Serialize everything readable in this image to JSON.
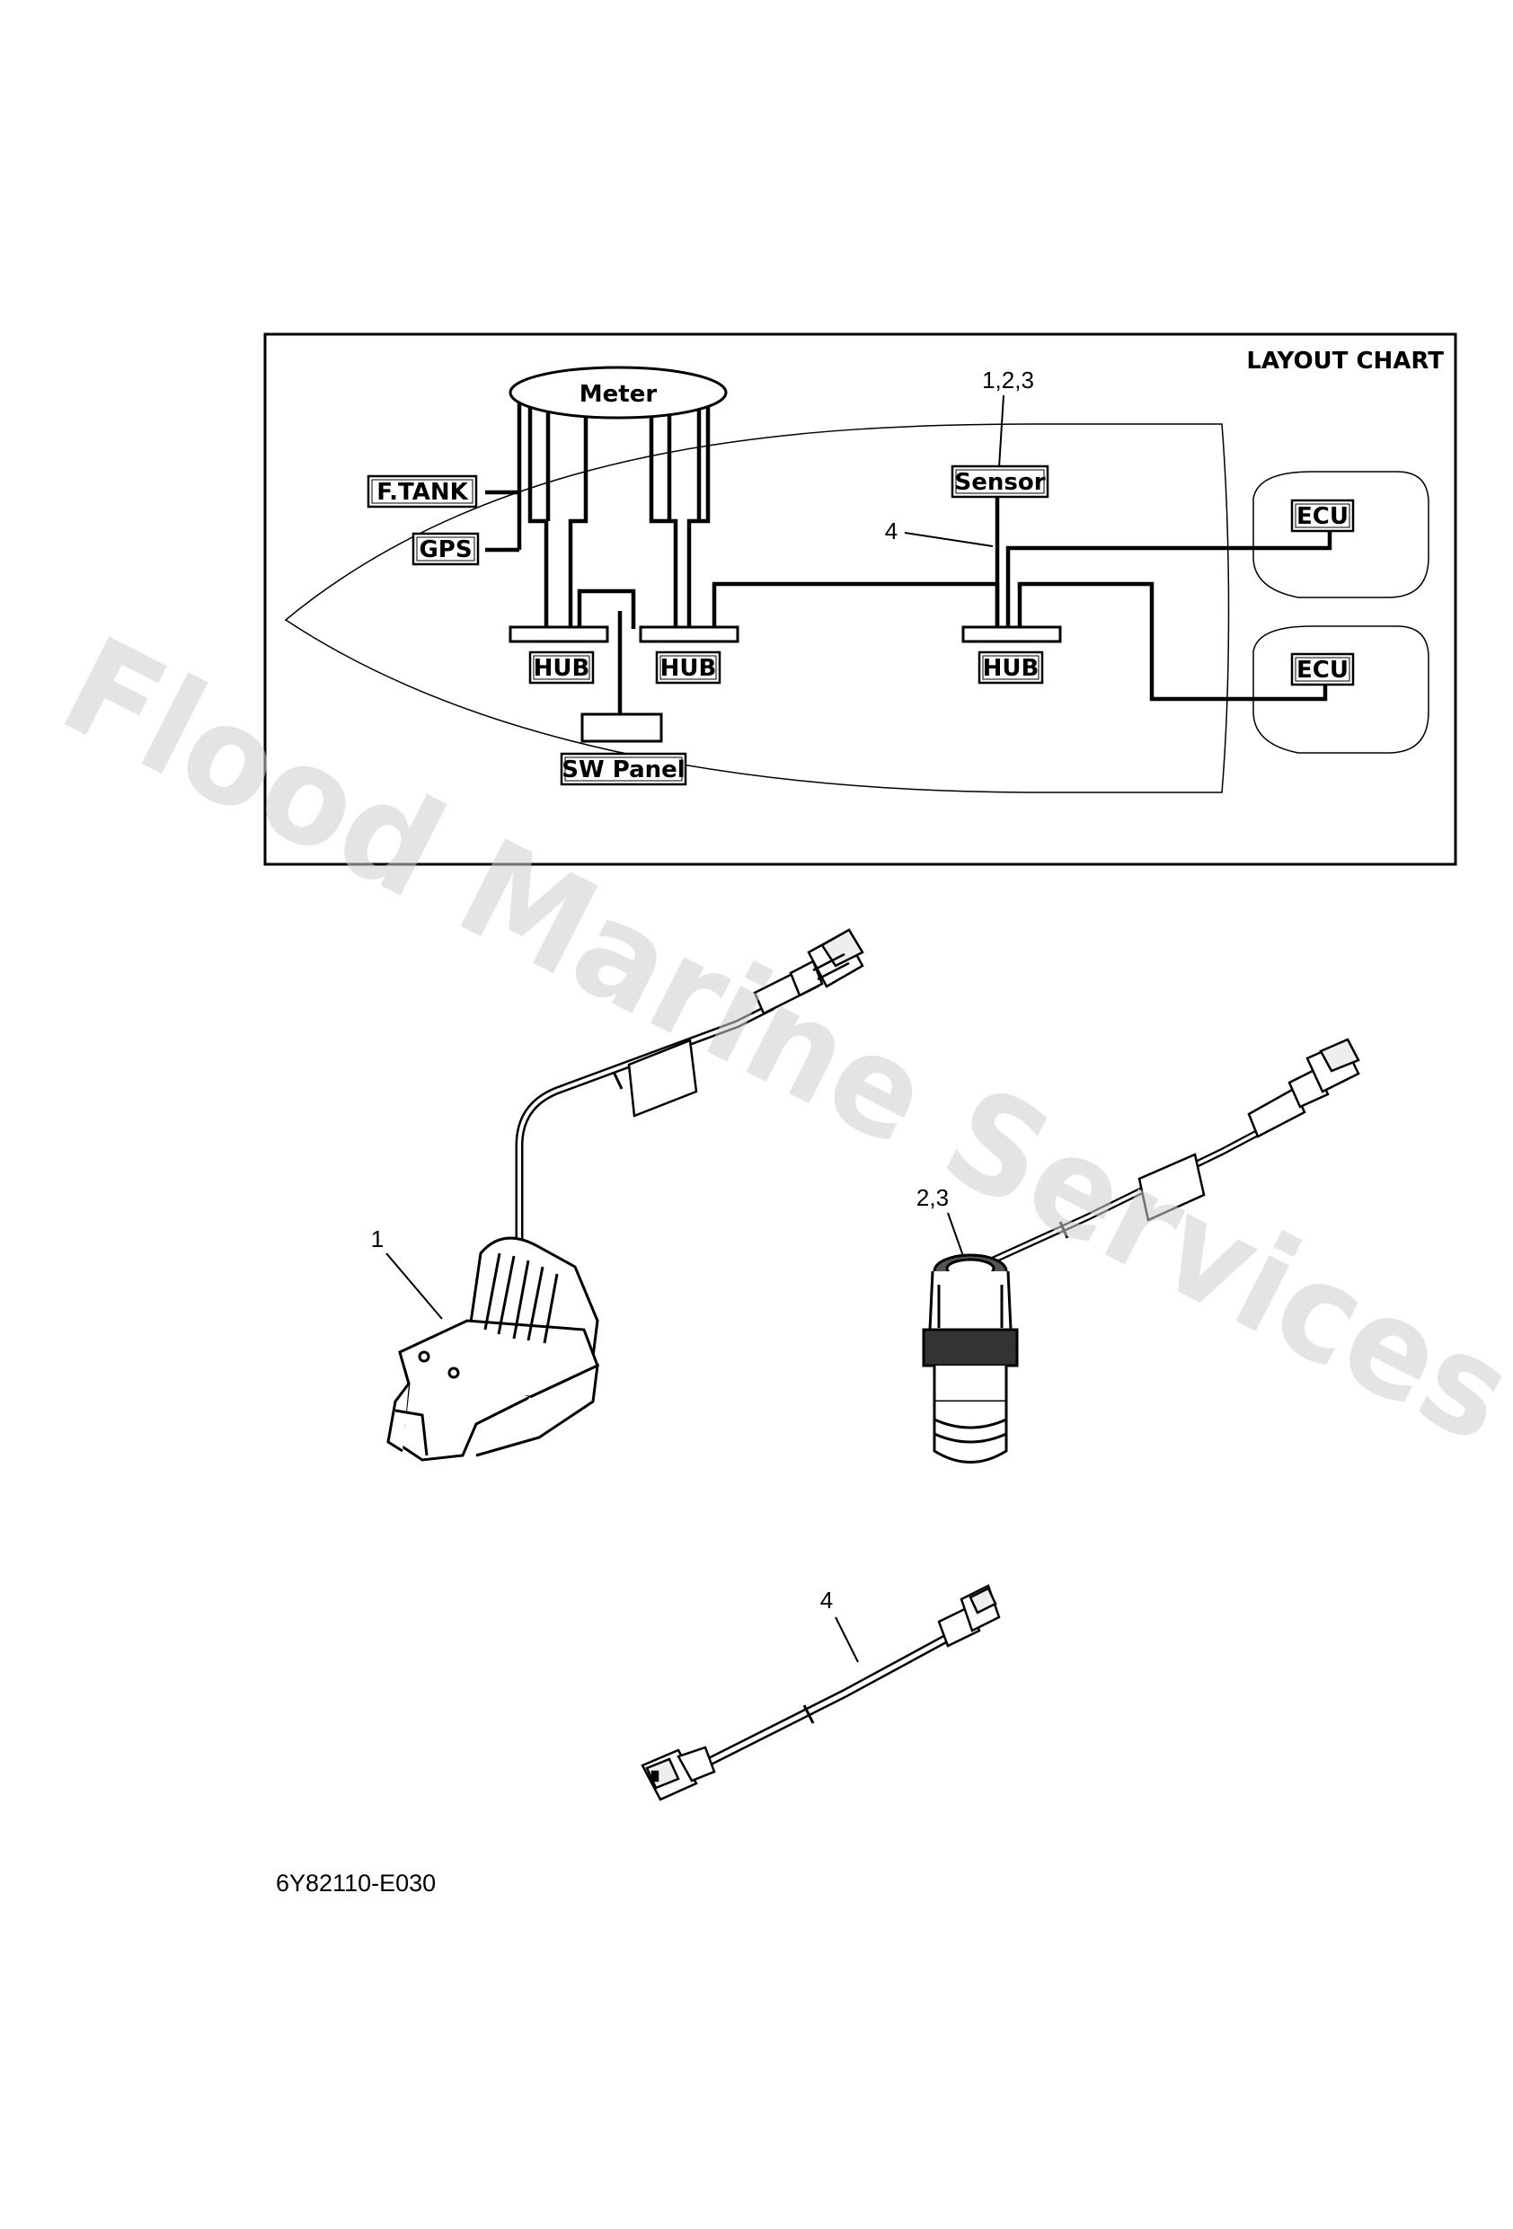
{
  "watermark": "Flood Marine Services",
  "layout_chart": {
    "title": "LAYOUT CHART",
    "meter": "Meter",
    "fuel_tank": "F.TANK",
    "gps": "GPS",
    "hubs": [
      "HUB",
      "HUB",
      "HUB"
    ],
    "switch_panel": "SW Panel",
    "sensor": "Sensor",
    "ecus": [
      "ECU",
      "ECU"
    ],
    "sensor_callout": "1,2,3",
    "cable_callout": "4"
  },
  "parts": {
    "part_1_callout": "1",
    "part_23_callout": "2,3",
    "part_4_callout": "4"
  },
  "figure_code": "6Y82110-E030"
}
